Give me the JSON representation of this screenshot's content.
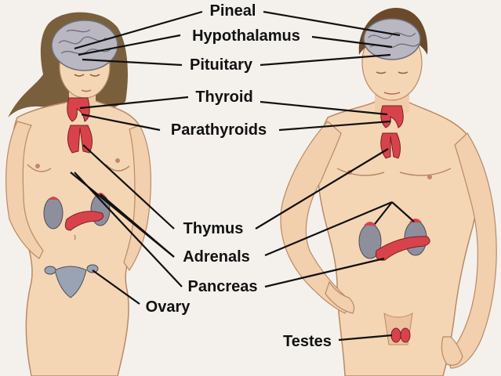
{
  "labels": {
    "pineal": "Pineal",
    "hypothalamus": "Hypothalamus",
    "pituitary": "Pituitary",
    "thyroid": "Thyroid",
    "parathyroids": "Parathyroids",
    "thymus": "Thymus",
    "adrenals": "Adrenals",
    "pancreas": "Pancreas",
    "ovary": "Ovary",
    "testes": "Testes"
  },
  "colors": {
    "background": "#f4f1ec",
    "skin": "#f4d6b5",
    "skin_shadow": "#d9a981",
    "hair_female": "#7a5f3c",
    "hair_male": "#6b4a2b",
    "brain": "#b9b7c2",
    "gland_red": "#d8434b",
    "kidney_gray": "#8e8f9c",
    "ink": "#111111"
  }
}
